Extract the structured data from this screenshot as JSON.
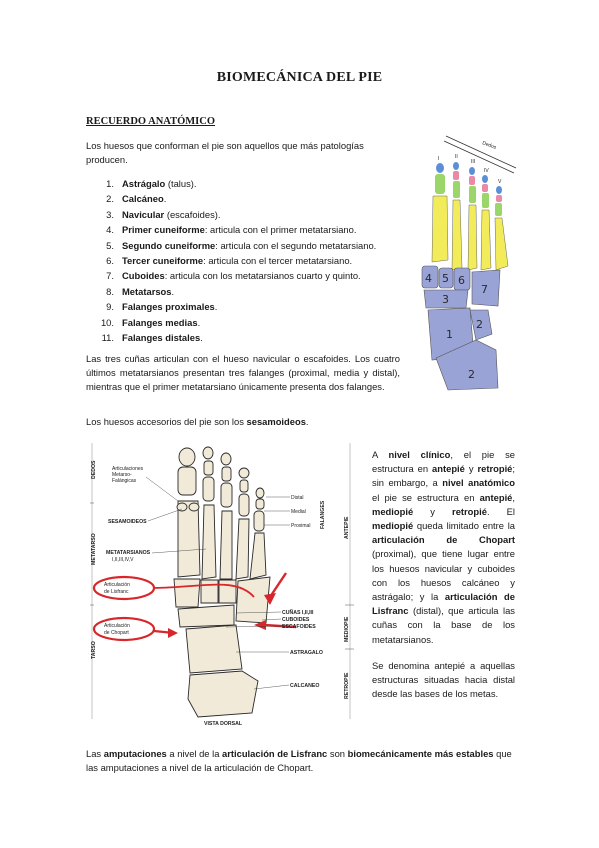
{
  "title": "BIOMECÁNICA DEL PIE",
  "section": "RECUERDO ANATÓMICO",
  "intro": "Los huesos que conforman el pie son aquellos que más patologías producen.",
  "bones": [
    {
      "n": "1.",
      "bold": "Astrágalo",
      "rest": " (talus)."
    },
    {
      "n": "2.",
      "bold": "Calcáneo",
      "rest": "."
    },
    {
      "n": "3.",
      "bold": "Navicular",
      "rest": " (escafoides)."
    },
    {
      "n": "4.",
      "bold": "Primer cuneiforme",
      "rest": ": articula con el primer metatarsiano."
    },
    {
      "n": "5.",
      "bold": "Segundo cuneiforme",
      "rest": ": articula con el segundo metatarsiano."
    },
    {
      "n": "6.",
      "bold": "Tercer cuneiforme",
      "rest": ": articula con el tercer metatarsiano."
    },
    {
      "n": "7.",
      "bold": "Cuboides",
      "rest": ": articula con los metatarsianos cuarto y quinto."
    },
    {
      "n": "8.",
      "bold": "Metatarsos",
      "rest": "."
    },
    {
      "n": "9.",
      "bold": "Falanges proximales",
      "rest": "."
    },
    {
      "n": "10.",
      "bold": "Falanges medias",
      "rest": "."
    },
    {
      "n": "11.",
      "bold": "Falanges distales",
      "rest": "."
    }
  ],
  "cunas": "Las tres cuñas articulan con el hueso navicular o escafoides. Los cuatro últimos metatarsianos presentan tres falanges (proximal, media y distal), mientras que el primer metatarsiano únicamente presenta dos falanges.",
  "accesorios": {
    "pre": "Los huesos accesorios del pie son los ",
    "bold": "sesamoideos",
    "post": "."
  },
  "clinico": {
    "t1": "A ",
    "b1": "nivel clínico",
    "t2": ", el pie se estructura en ",
    "b2": "antepié",
    "t3": " y ",
    "b3": "retropié",
    "t4": "; sin embargo, a ",
    "b4": "nivel anatómico",
    "t5": " el pie se estructura en ",
    "b5": "antepié",
    "t6": ", ",
    "b6": "mediopié",
    "t7": " y ",
    "b7": "retropié",
    "t8": ". El ",
    "b8": "mediopié",
    "t9": " queda limitado entre la ",
    "b9": "articulación de Chopart",
    "t10": " (proximal), que tiene lugar entre los huesos navicular y cuboides con los huesos calcáneo y astrágalo; y la ",
    "b10": "articulación de Lisfranc",
    "t11": " (distal), que articula las cuñas con la base de los metatarsianos."
  },
  "antepie": "Se denomina antepié a aquellas estructuras situadas hacia distal desde las bases de los metas.",
  "bottom": {
    "t1": "Las ",
    "b1": "amputaciones",
    "t2": " a nivel de la ",
    "b2": "articulación de Lisfranc",
    "t3": " son ",
    "b3": "biomecánicamente más estables",
    "t4": " que las amputaciones a nivel de la articulación de Chopart."
  },
  "figure1": {
    "dedos": "Dedos",
    "toes": [
      "I",
      "II",
      "III",
      "IV",
      "V"
    ],
    "numbers": [
      "4",
      "5",
      "6",
      "3",
      "7",
      "1",
      "2",
      "2"
    ],
    "colors": {
      "bone": "#9aa3d6",
      "metatarsal": "#f2ec5a",
      "proximal": "#9bd66a",
      "middle": "#e88aa8",
      "distal": "#5c8fd8"
    }
  },
  "figure2": {
    "left": [
      "DEDOS",
      "METATARSO",
      "TARSO"
    ],
    "labels_left": [
      "Articulaciones",
      "Metarso-",
      "Falángicas",
      "SESAMOIDEOS",
      "METATARSIANOS",
      "I,II,III,IV,V",
      "Articulación",
      "de Lisfranc",
      "Articulación",
      "de Chopart"
    ],
    "labels_right": [
      "Distal",
      "Medial",
      "Proximal",
      "CUÑAS I,II,III",
      "CUBOIDES",
      "ESCAFOIDES",
      "ASTRAGALO",
      "CALCANEO"
    ],
    "right": [
      "FALANGES",
      "ANTEPIE",
      "MEDIOPIE",
      "RETROPIE"
    ],
    "caption": "VISTA DORSAL",
    "accent": "#d8262a"
  }
}
